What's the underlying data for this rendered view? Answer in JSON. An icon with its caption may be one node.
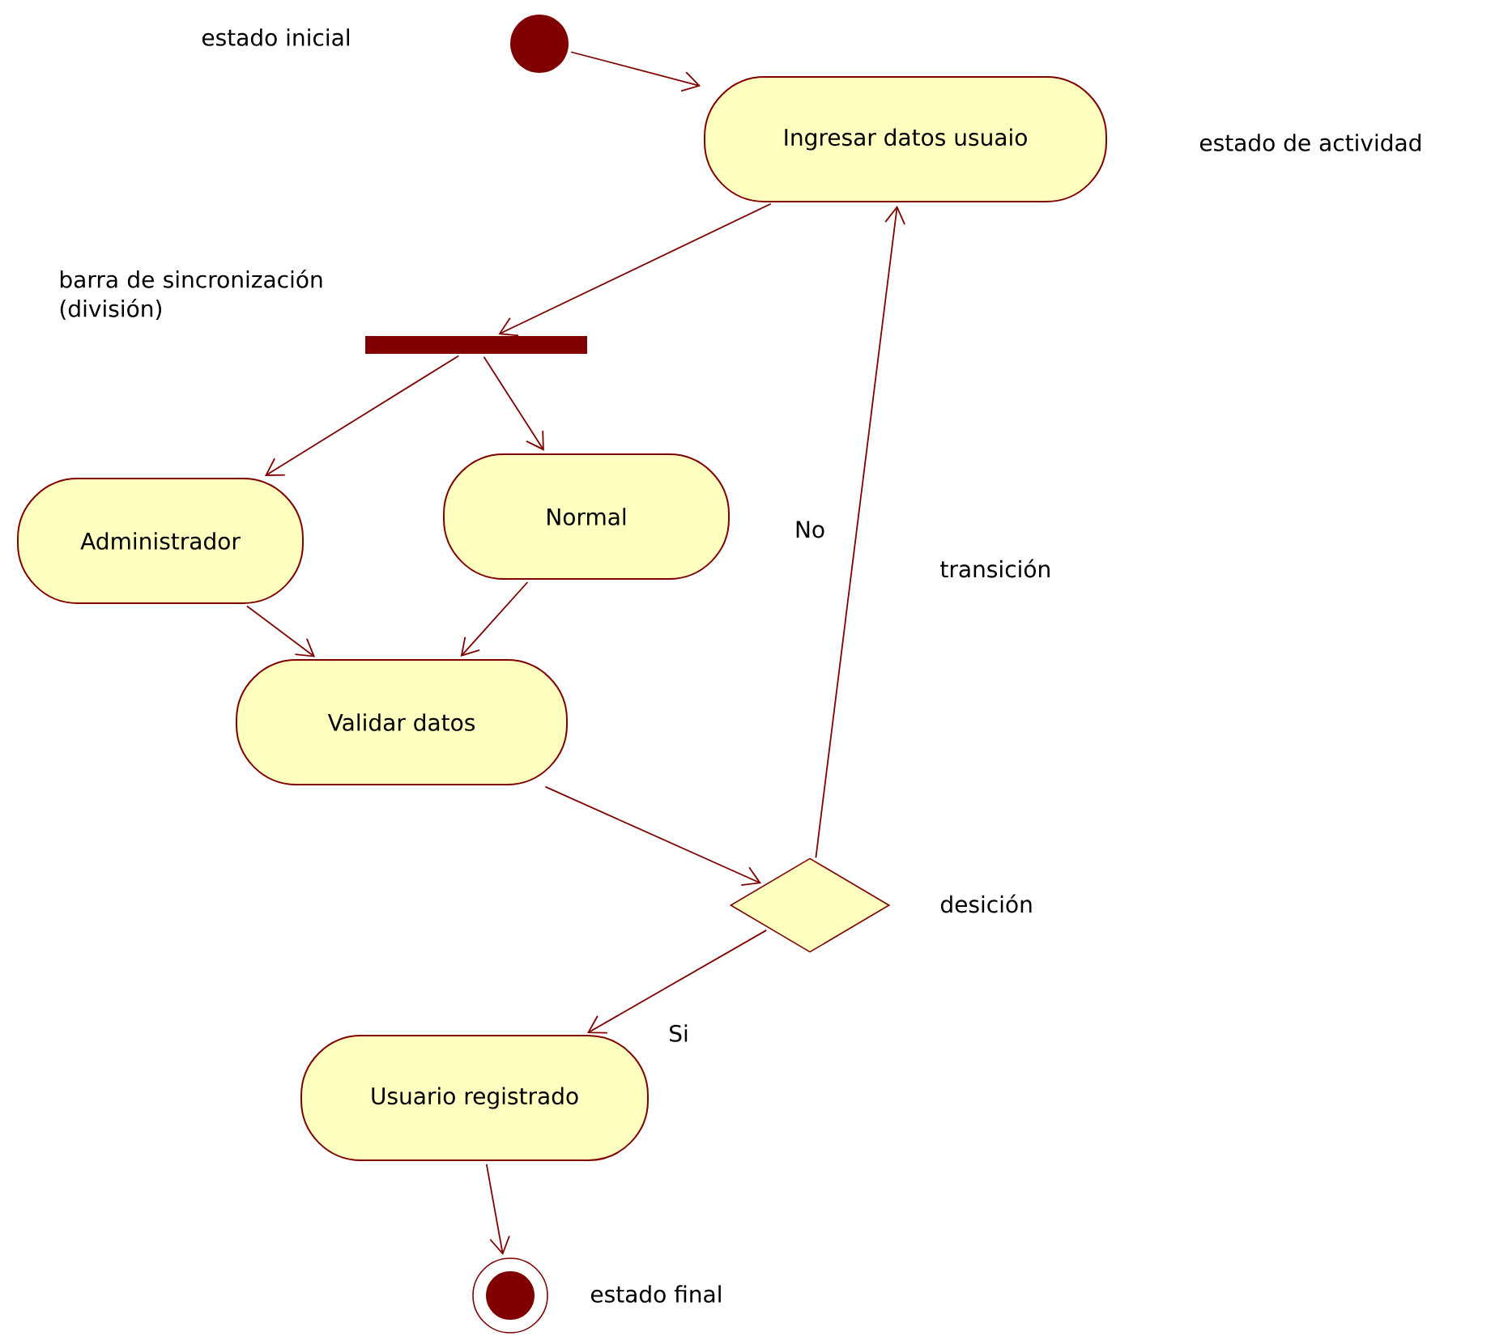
{
  "diagram": {
    "nodes": [
      {
        "text": [],
        "shape": "circle"
      },
      {
        "text": [
          "Ingresar datos usuaio"
        ]
      },
      {
        "text": [],
        "shape": "bar"
      },
      {
        "text": [
          "Administrador"
        ]
      },
      {
        "text": [
          "Normal"
        ]
      },
      {
        "text": [
          "Validar datos"
        ]
      },
      {
        "text": [],
        "shape": "diamond"
      },
      {
        "text": [
          "Usuario registrado"
        ]
      },
      {
        "text": [],
        "shape": "bullseye"
      }
    ],
    "edges": [
      {
        "from": 0,
        "to": 1,
        "arrow": "to"
      },
      {
        "from": 1,
        "to": 2,
        "arrow": "to"
      },
      {
        "from": 2,
        "to": 3,
        "arrow": "to"
      },
      {
        "from": 2,
        "to": 4,
        "arrow": "to"
      },
      {
        "from": 3,
        "to": 5,
        "arrow": "to"
      },
      {
        "from": 4,
        "to": 5,
        "arrow": "to"
      },
      {
        "from": 5,
        "to": 6,
        "arrow": "to"
      },
      {
        "from": 6,
        "to": 1,
        "arrow": "to",
        "label": "No"
      },
      {
        "from": 6,
        "to": 7,
        "arrow": "to",
        "label": "Si"
      },
      {
        "from": 7,
        "to": 8,
        "arrow": "to"
      }
    ],
    "labels": [
      "estado inicial",
      "estado de actividad",
      "barra de sincronización (división)",
      "transición",
      "desición",
      "estado final"
    ]
  }
}
